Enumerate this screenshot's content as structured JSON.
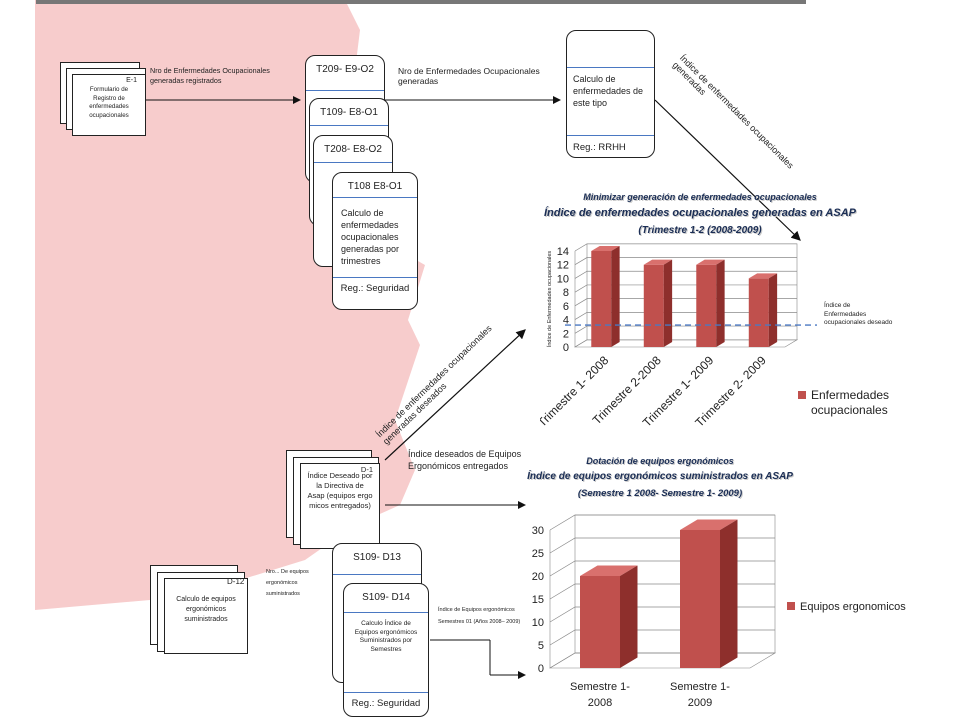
{
  "docs": {
    "e1": {
      "code": "E-1",
      "text": "Formulario de Registro de enfermedades ocupacionales"
    },
    "d1": {
      "code": "D-1",
      "text": "Índice Deseado por la Directiva de Asap (equipos ergo micos entregados)"
    },
    "d12": {
      "code": "D-12",
      "text": "Calculo de equipos ergonómicos suministrados"
    }
  },
  "labels": {
    "nro_registrados": "Nro de Enfermedades Ocupacionales generadas registrados",
    "nro_generadas": "Nro de Enfermedades Ocupacionales generadas",
    "indice_generadas": "Índice de enfermedades ocupacionales generadas",
    "indice_deseados": "Índice de enfermedades ocupacionales generadas deseados",
    "indice_equipos_deseados": "Índice deseados de Equipos Ergonómicos entregados",
    "nro_equipos": "Nro... De equipos ergonómicos suministrados",
    "indice_equipos_semestre": "Índice de Equipos ergonómicos Semestres 01 (Años 2008– 2009)"
  },
  "process_boxes": {
    "t209": "T209- E9-O2",
    "t109": "T109- E8-O1",
    "t208": "T208- E8-O2",
    "t108": {
      "title": "T108 E8-O1",
      "body": "Calculo de enfermedades ocupacionales generadas por trimestres",
      "reg": "Reg.: Seguridad"
    },
    "rrhh": {
      "body": "Calculo de enfermedades de este tipo",
      "reg": "Reg.: RRHH"
    },
    "s109_d13": "S109- D13",
    "s109_d14": {
      "title": "S109- D14",
      "body": "Calculo Índice de Equipos ergonómicos Suministrados por Semestres",
      "reg": "Reg.: Seguridad"
    }
  },
  "colors": {
    "bar": "#c0504d",
    "bar_top": "#d9706d",
    "bar_side": "#8e2f2c",
    "target_line": "#4a78c2",
    "bg_shape": "#f7cccc",
    "title": "#1b2e55"
  },
  "chart_data": [
    {
      "type": "bar",
      "supertitle": "Minimizar generación de enfermedades ocupacionales",
      "title": "Índice  de enfermedades ocupacionales  generadas  en ASAP",
      "subtitle": "(Trimestre 1-2 (2008-2009)",
      "ylabel": "Índice de Enfermedades ocupacionales",
      "categories": [
        "Trimestre 1- 2008",
        "Trimestre 2-2008",
        "Trimestre 1- 2009",
        "Trimestre 2- 2009"
      ],
      "series": [
        {
          "name": "Enfermedades ocupacionales",
          "values": [
            14,
            12,
            12,
            10
          ]
        }
      ],
      "ylim": [
        0,
        14
      ],
      "yticks": [
        0,
        2,
        4,
        6,
        8,
        10,
        12,
        14
      ],
      "target": {
        "label": "Índice de Enfermedades ocupacionales deseado",
        "value": 3.2
      },
      "grid": true,
      "legend": "right"
    },
    {
      "type": "bar",
      "supertitle": "Dotación de equipos ergonómicos",
      "title": "Índice  de equipos ergonómicos suministrados en ASAP",
      "subtitle": "(Semestre 1 2008- Semestre 1- 2009)",
      "ylabel": "",
      "categories": [
        "Semestre 1- 2008",
        "Semestre 1- 2009"
      ],
      "series": [
        {
          "name": "Equipos ergonomicos",
          "values": [
            20,
            30
          ]
        }
      ],
      "ylim": [
        0,
        30
      ],
      "yticks": [
        0,
        5,
        10,
        15,
        20,
        25,
        30
      ],
      "grid": true,
      "legend": "right"
    }
  ]
}
